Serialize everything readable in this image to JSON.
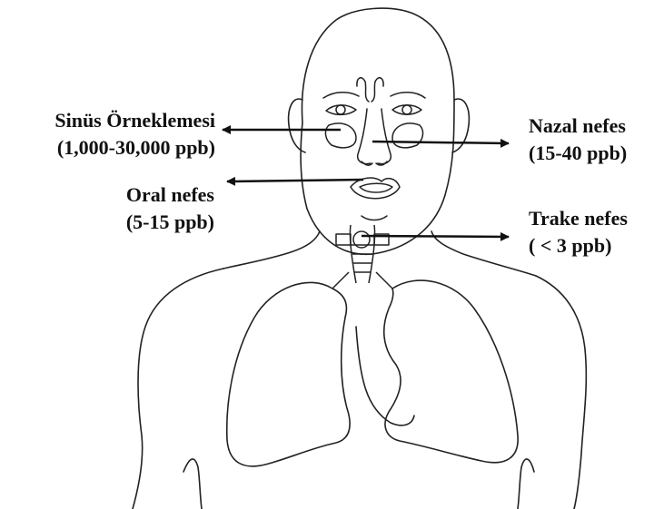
{
  "labels": {
    "sinus": {
      "name": "Sinüs Örneklemesi",
      "value": "(1,000-30,000 ppb)"
    },
    "oral": {
      "name": "Oral nefes",
      "value": "(5-15 ppb)"
    },
    "nasal": {
      "name": "Nazal nefes",
      "value": "(15-40 ppb)"
    },
    "trake": {
      "name": "Trake nefes",
      "value": "( < 3 ppb)"
    }
  },
  "colors": {
    "line": "#222222",
    "text": "#111111",
    "background": "#ffffff"
  }
}
